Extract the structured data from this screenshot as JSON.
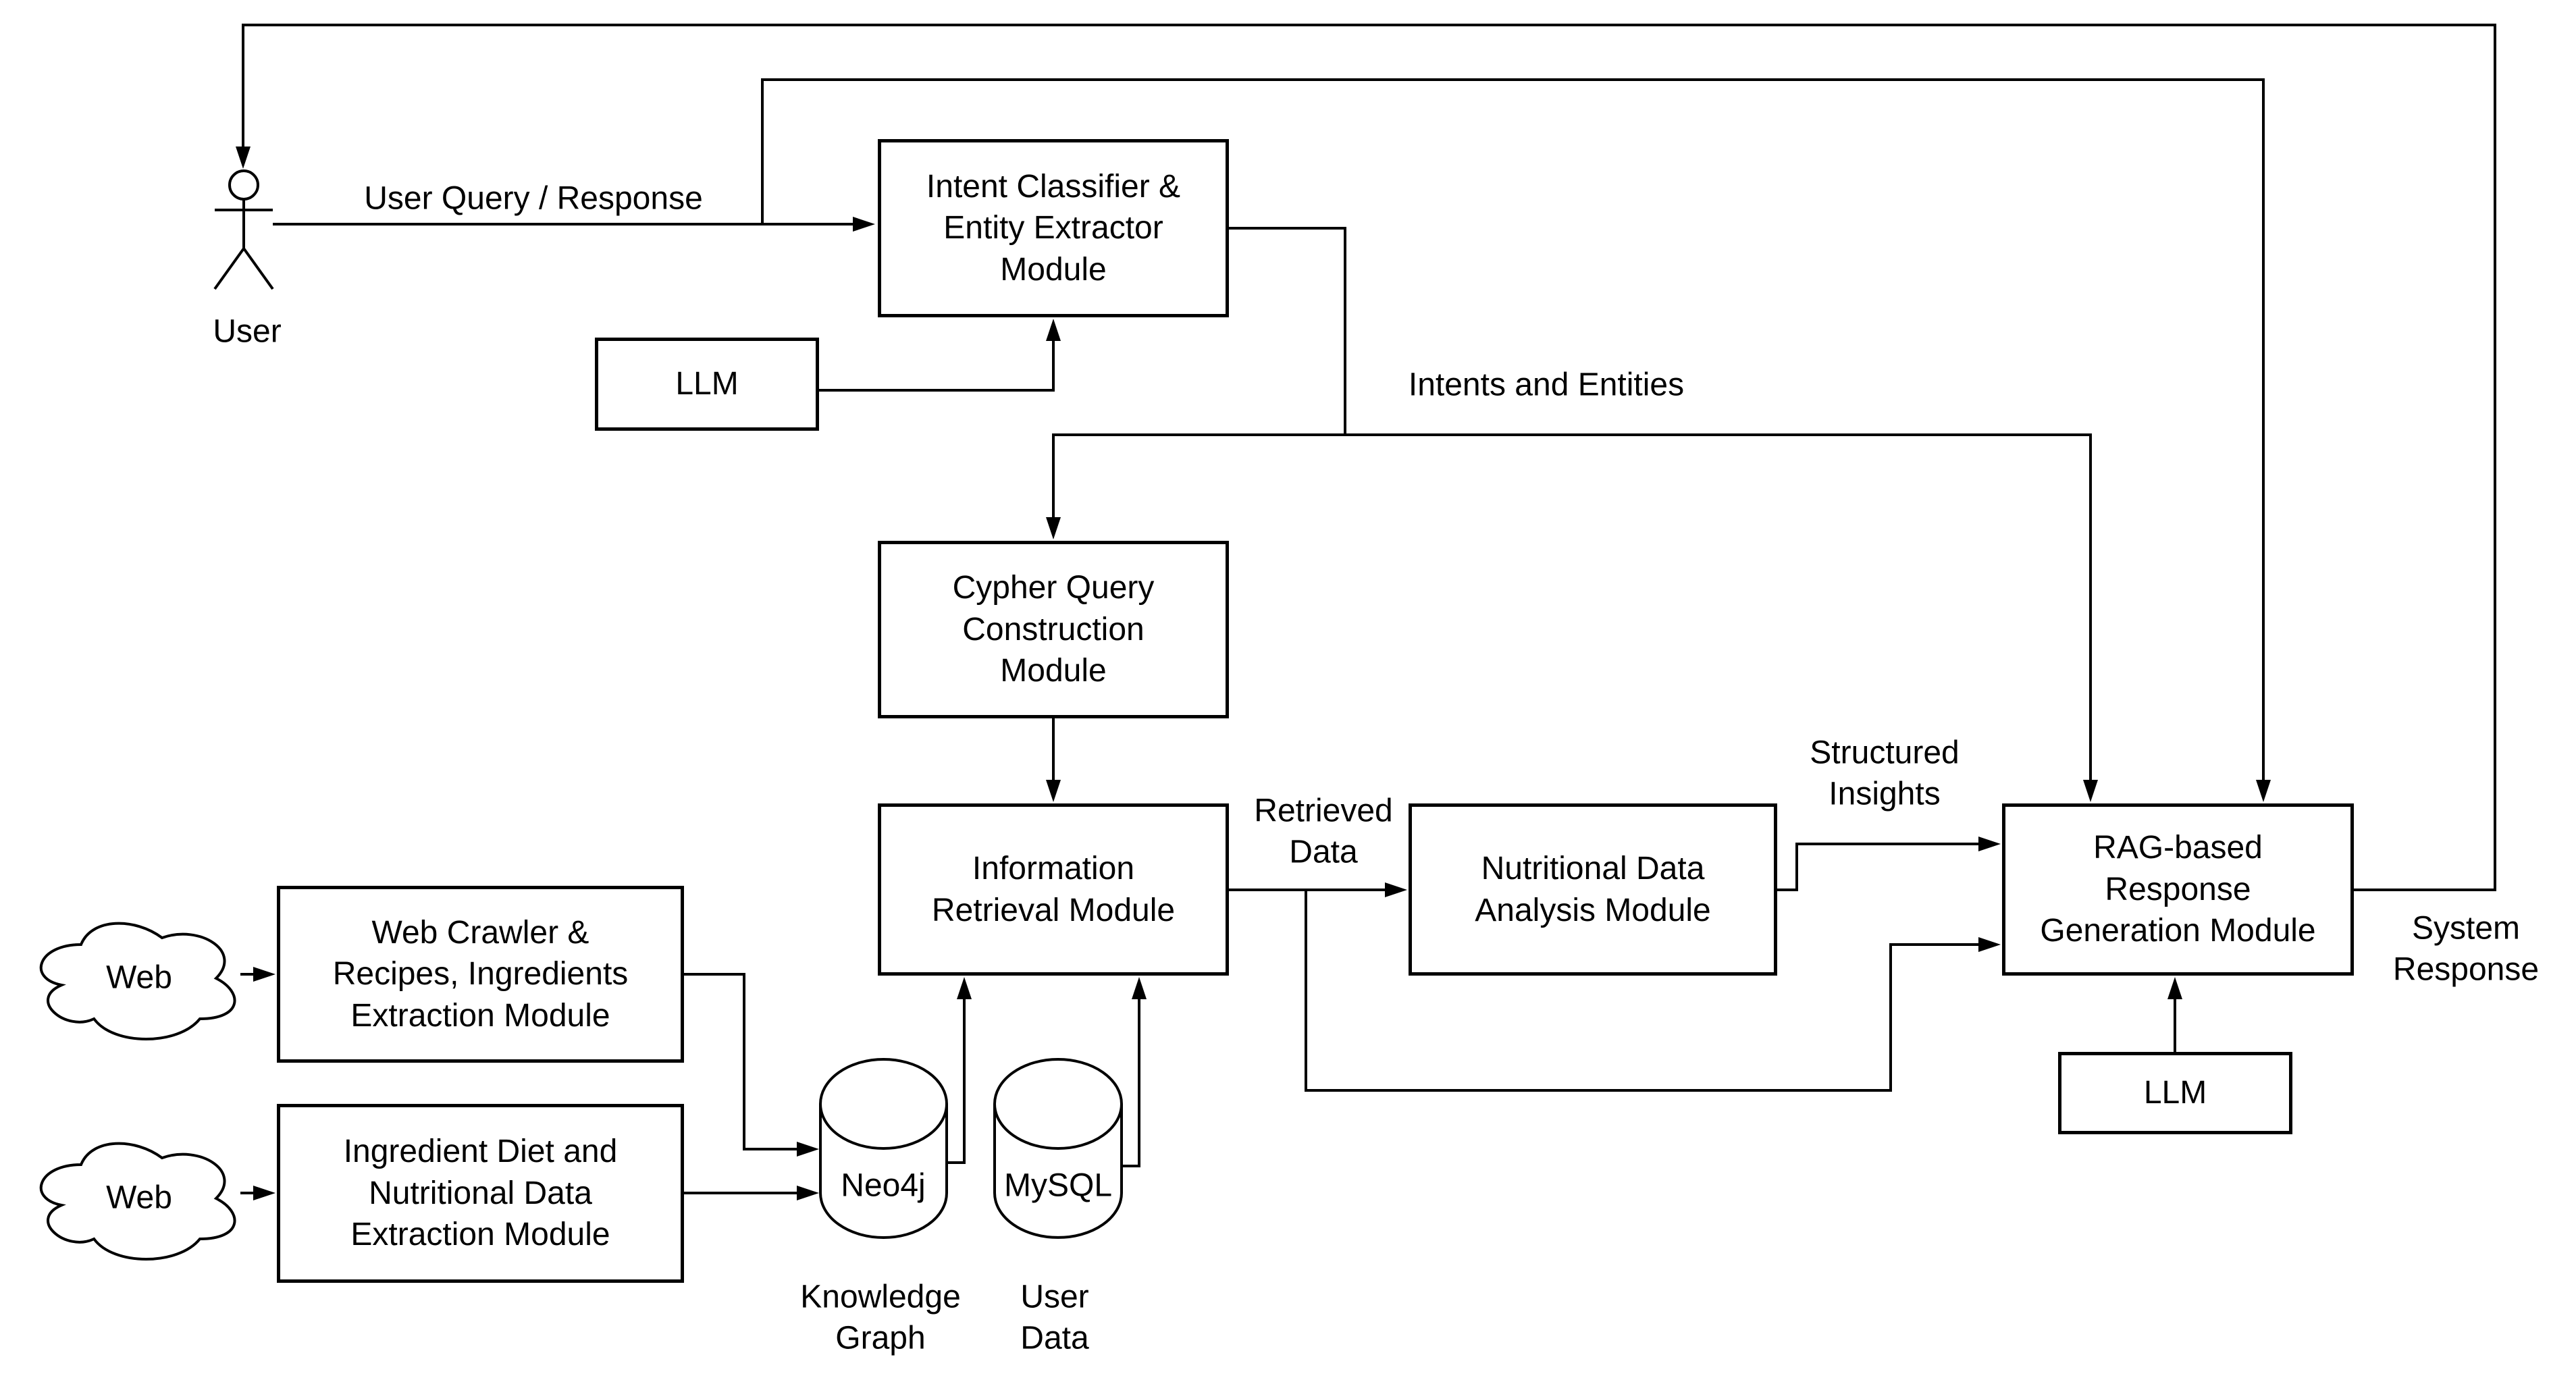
{
  "nodes": {
    "intent_classifier": {
      "label": "Intent Classifier &\nEntity Extractor\nModule"
    },
    "llm_top": {
      "label": "LLM"
    },
    "cypher": {
      "label": "Cypher Query\nConstruction\nModule"
    },
    "information_retrieval": {
      "label": "Information\nRetrieval Module"
    },
    "nutritional_analysis": {
      "label": "Nutritional Data\nAnalysis Module"
    },
    "rag_generation": {
      "label": "RAG-based\nResponse\nGeneration Module"
    },
    "llm_bottom": {
      "label": "LLM"
    },
    "web_crawler": {
      "label": "Web Crawler &\nRecipes, Ingredients\nExtraction Module"
    },
    "ingredient_extraction": {
      "label": "Ingredient Diet and\nNutritional Data\nExtraction Module"
    },
    "web_cloud_top": {
      "label": "Web"
    },
    "web_cloud_bottom": {
      "label": "Web"
    },
    "neo4j": {
      "label": "Neo4j",
      "caption": "Knowledge\nGraph"
    },
    "mysql": {
      "label": "MySQL",
      "caption": "User\nData"
    },
    "actor": {
      "label": "User"
    }
  },
  "edge_labels": {
    "user_query": "User Query / Response",
    "intents_entities": "Intents and Entities",
    "retrieved_data": "Retrieved\nData",
    "structured_insights": "Structured\nInsights",
    "system_response": "System\nResponse"
  },
  "colors": {
    "stroke": "#000000",
    "fill": "#ffffff",
    "text": "#000000"
  }
}
